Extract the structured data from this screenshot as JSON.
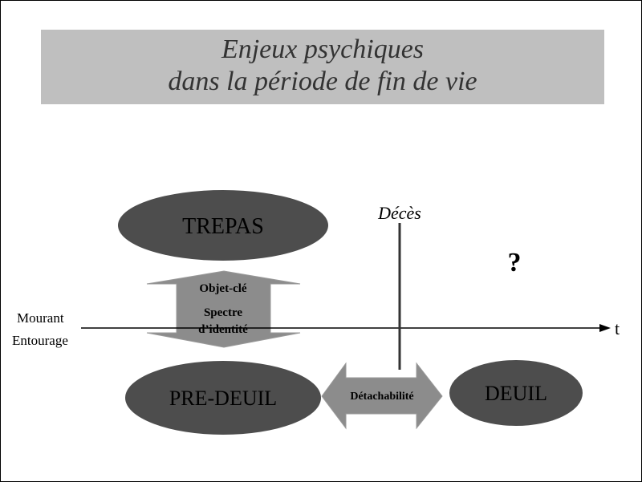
{
  "title": {
    "line1": "Enjeux psychiques",
    "line2": "dans la période de fin de vie"
  },
  "axis": {
    "left_label_top": "Mourant",
    "left_label_bottom": "Entourage",
    "end_label": "t"
  },
  "event_marker": {
    "label": "Décès"
  },
  "nodes": {
    "trepas": "TREPAS",
    "pre_deuil": "PRE-DEUIL",
    "deuil": "DEUIL",
    "question": "?"
  },
  "vertical_arrow": {
    "label_top": "Objet-clé",
    "label_mid": "Spectre",
    "label_bottom": "d’identité"
  },
  "horizontal_arrow": {
    "label": "Détachabilité"
  },
  "colors": {
    "ellipse_fill": "#4d4d4d",
    "arrow_fill": "#8c8c8c",
    "title_bg": "#bfbfbf",
    "text_dark": "#000000"
  }
}
